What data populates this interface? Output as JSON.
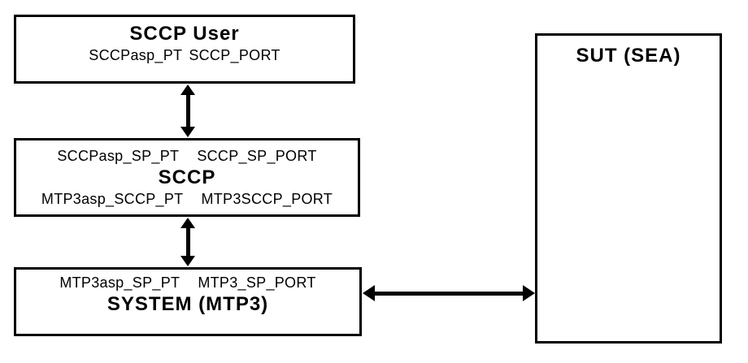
{
  "diagram": {
    "colors": {
      "background": "#ffffff",
      "line": "#000000",
      "text": "#000000"
    },
    "boxes": {
      "sccp_user": {
        "title": "SCCP User",
        "ports": [
          "SCCPasp_PT",
          "SCCP_PORT"
        ]
      },
      "sccp": {
        "top_ports": [
          "SCCPasp_SP_PT",
          "SCCP_SP_PORT"
        ],
        "title": "SCCP",
        "bottom_ports": [
          "MTP3asp_SCCP_PT",
          "MTP3SCCP_PORT"
        ]
      },
      "system_mtp3": {
        "ports": [
          "MTP3asp_SP_PT",
          "MTP3_SP_PORT"
        ],
        "title": "SYSTEM (MTP3)"
      },
      "sut": {
        "title": "SUT (SEA)"
      }
    }
  }
}
